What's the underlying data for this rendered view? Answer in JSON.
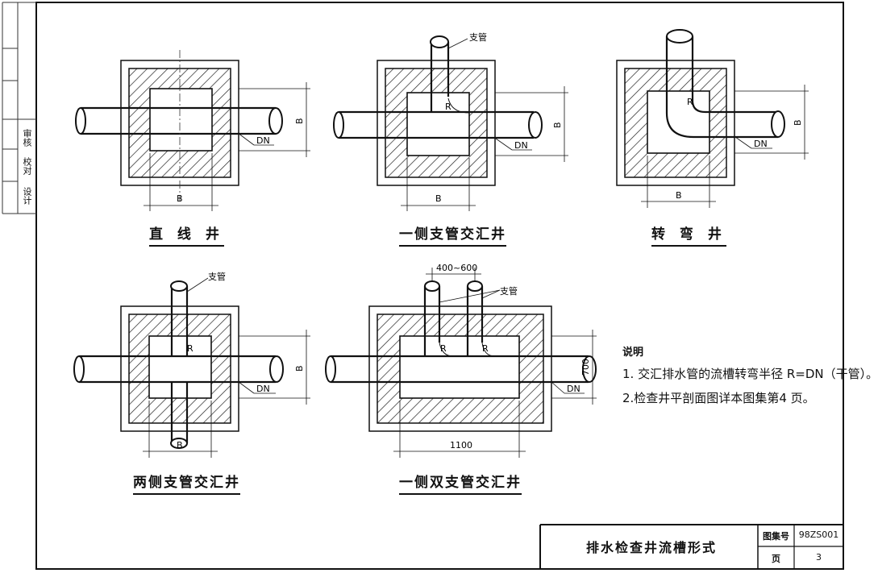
{
  "drawing": {
    "labels": {
      "branch": "支管",
      "dn": "DN",
      "b": "B",
      "r": "R",
      "spacing": "400~600",
      "width_1100": "1100",
      "height_700": "700"
    },
    "captions": {
      "straight": "直 线 井",
      "one_side_branch": "一侧支管交汇井",
      "turn": "转 弯 井",
      "two_side_branch": "两侧支管交汇井",
      "one_side_double_branch": "一侧双支管交汇井"
    }
  },
  "notes": {
    "heading": "说明",
    "items": [
      "1. 交汇排水管的流槽转弯半径 R=DN（干管）。",
      "2.检查井平剖面图详本图集第4 页。"
    ]
  },
  "title_block": {
    "title": "排水检查井流槽形式",
    "atlas_label": "图集号",
    "atlas_value": "98ZS001",
    "page_label": "页",
    "page_value": "3"
  },
  "sidebar": {
    "rows": [
      "审核",
      "校对",
      "设计"
    ]
  }
}
